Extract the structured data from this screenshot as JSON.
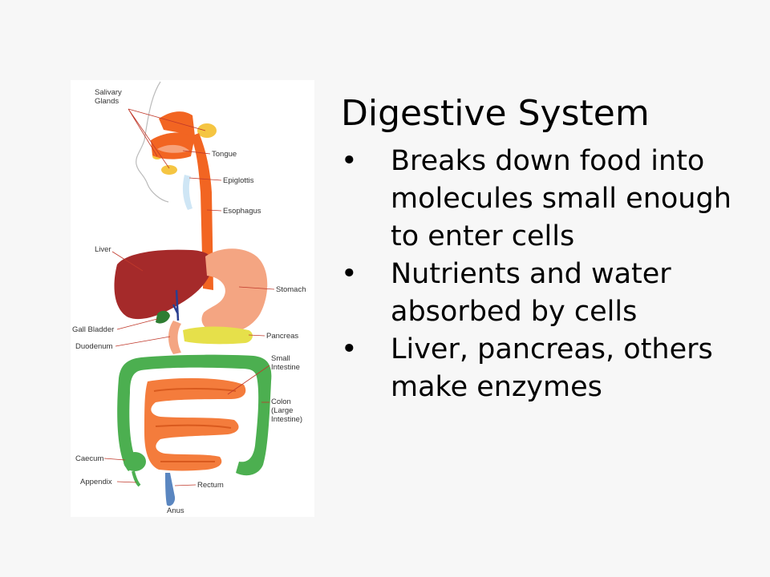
{
  "slide": {
    "title": "Digestive System",
    "bullets": [
      "Breaks down food into molecules small enough to enter cells",
      "Nutrients and water absorbed by cells",
      "Liver, pancreas, others make enzymes"
    ],
    "bullet_glyph": "•"
  },
  "diagram": {
    "labels": {
      "salivary_glands_1": "Salivary",
      "salivary_glands_2": "Glands",
      "tongue": "Tongue",
      "epiglottis": "Epiglottis",
      "esophagus": "Esophagus",
      "liver": "Liver",
      "stomach": "Stomach",
      "gall_bladder": "Gall Bladder",
      "pancreas": "Pancreas",
      "duodenum": "Duodenum",
      "small_intestine_1": "Small",
      "small_intestine_2": "Intestine",
      "colon_1": "Colon",
      "colon_2": "(Large",
      "colon_3": "Intestine)",
      "caecum": "Caecum",
      "appendix": "Appendix",
      "rectum": "Rectum",
      "anus": "Anus"
    },
    "colors": {
      "esophagus": "#f26522",
      "liver": "#a52a2a",
      "stomach": "#f4a582",
      "pancreas": "#e6e04a",
      "small_intestine": "#f47c3c",
      "colon": "#4caf50",
      "gall_bladder": "#2e7d32",
      "salivary": "#f5c542"
    }
  }
}
